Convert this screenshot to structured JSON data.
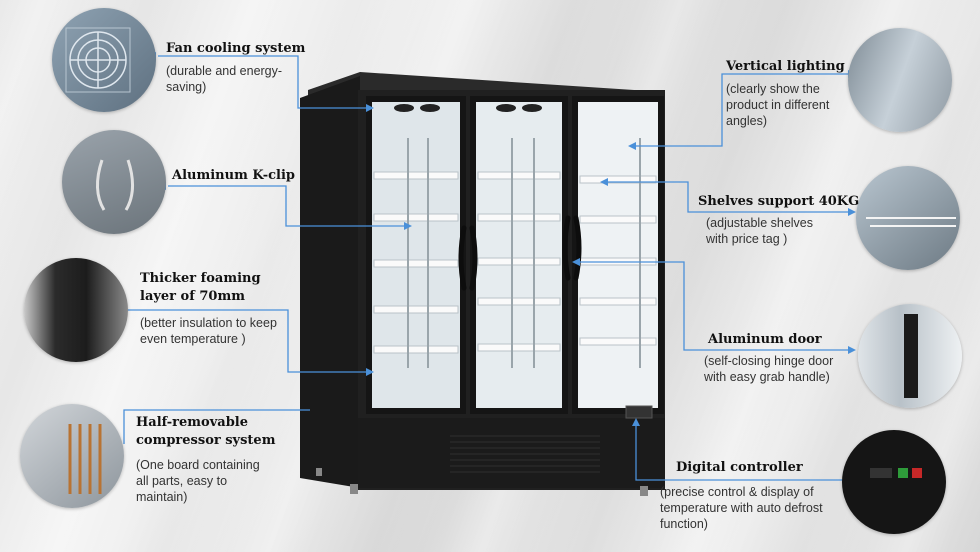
{
  "features": {
    "fan": {
      "title": "Fan cooling system",
      "desc": [
        "(durable and energy-",
        "saving)"
      ]
    },
    "kclip": {
      "title": "Aluminum K-clip"
    },
    "foam": {
      "title": [
        "Thicker foaming",
        "layer of 70mm"
      ],
      "desc": [
        "(better insulation to keep",
        "even temperature )"
      ]
    },
    "compressor": {
      "title": [
        "Half-removable",
        "compressor system"
      ],
      "desc": [
        "(One board containing",
        "all parts, easy to",
        "maintain)"
      ]
    },
    "lighting": {
      "title": "Vertical lighting",
      "desc": [
        "(clearly show the",
        "product in different",
        "angles)"
      ]
    },
    "shelves": {
      "title": "Shelves support 40KG",
      "desc": [
        "(adjustable shelves",
        "with price tag )"
      ]
    },
    "door": {
      "title": "Aluminum door",
      "desc": [
        "(self-closing hinge door",
        "with easy grab handle)"
      ]
    },
    "controller": {
      "title": "Digital controller",
      "desc": [
        "(precise control & display of",
        "temperature with auto defrost",
        "function)"
      ]
    }
  },
  "colors": {
    "callout_line": "#4a90d9",
    "fridge_body": "#1e1e1e",
    "glass": "#e8eef2"
  }
}
